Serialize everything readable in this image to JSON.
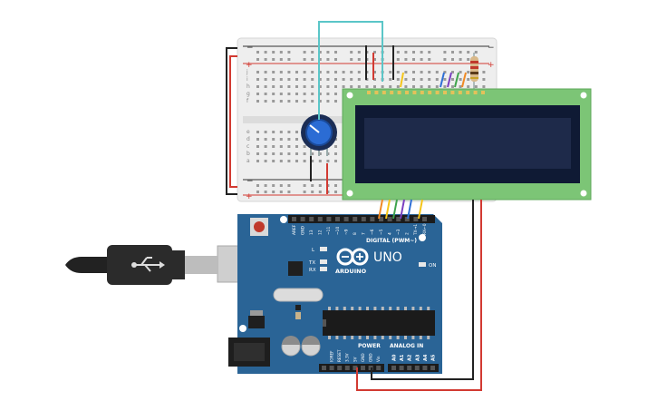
{
  "colors": {
    "background": "#ffffff",
    "breadboard": "#eeeeee",
    "arduino_board": "#2a6496",
    "lcd_pcb": "#7cc576",
    "lcd_screen": "#1e2a4a",
    "wire_red": "#d23a32",
    "wire_black": "#222222",
    "wire_cyan": "#5bc6c8",
    "wire_yellow": "#f5c518",
    "wire_blue": "#2e6fd6",
    "wire_purple": "#7a3fc0",
    "wire_green": "#3fa34d",
    "wire_orange": "#f08a24"
  },
  "breadboard": {
    "top_rail_minus": "−",
    "top_rail_plus": "+",
    "bottom_rail_minus": "−",
    "bottom_rail_plus": "+",
    "row_letters_top": [
      "j",
      "i",
      "h",
      "g",
      "f"
    ],
    "row_letters_bottom": [
      "e",
      "d",
      "c",
      "b",
      "a"
    ]
  },
  "arduino": {
    "brand": "ARDUINO",
    "model": "UNO",
    "digital_label": "DIGITAL (PWM~)",
    "analog_label": "ANALOG IN",
    "power_label": "POWER",
    "led_l": "L",
    "led_tx": "TX",
    "led_rx": "RX",
    "led_on": "ON",
    "digital_pins": [
      "AREF",
      "GND",
      "13",
      "12",
      "~11",
      "~10",
      "~9",
      "8",
      "7",
      "~6",
      "~5",
      "4",
      "~3",
      "2",
      "TX→1",
      "RX←0"
    ],
    "power_pins": [
      "IOREF",
      "RESET",
      "3.3V",
      "5V",
      "GND",
      "GND",
      "Vin"
    ],
    "analog_pins": [
      "A0",
      "A1",
      "A2",
      "A3",
      "A4",
      "A5"
    ]
  },
  "icons": {
    "usb": "usb-symbol-icon",
    "infinity_logo": "arduino-logo-icon"
  }
}
